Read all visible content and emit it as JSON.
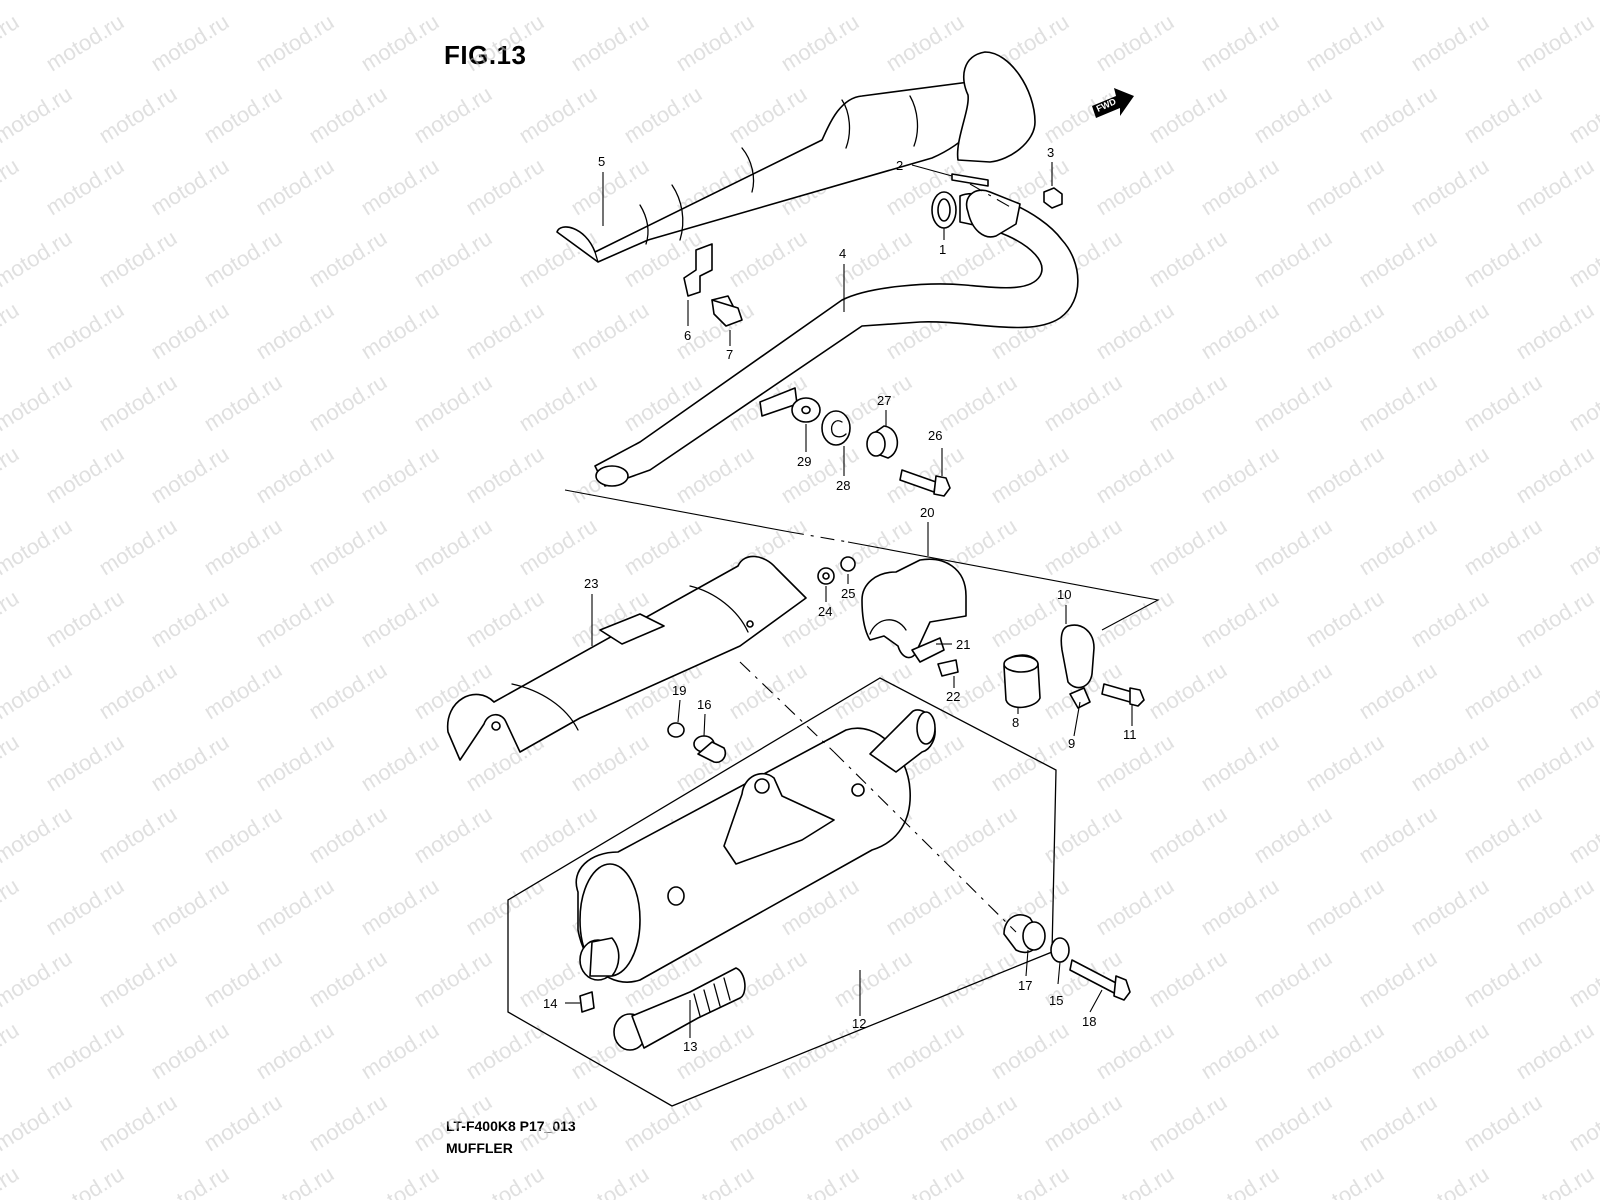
{
  "figure": {
    "title": "FIG.13",
    "code": "LT-F400K8 P17_013",
    "name": "MUFFLER",
    "forward_marker": "FWD",
    "watermark_text": "motod.ru"
  },
  "callouts": [
    {
      "id": "c1",
      "label": "1"
    },
    {
      "id": "c2",
      "label": "2"
    },
    {
      "id": "c3",
      "label": "3"
    },
    {
      "id": "c4",
      "label": "4"
    },
    {
      "id": "c5",
      "label": "5"
    },
    {
      "id": "c6",
      "label": "6"
    },
    {
      "id": "c7",
      "label": "7"
    },
    {
      "id": "c8",
      "label": "8"
    },
    {
      "id": "c9",
      "label": "9"
    },
    {
      "id": "c10",
      "label": "10"
    },
    {
      "id": "c11",
      "label": "11"
    },
    {
      "id": "c12",
      "label": "12"
    },
    {
      "id": "c13",
      "label": "13"
    },
    {
      "id": "c14",
      "label": "14"
    },
    {
      "id": "c15",
      "label": "15"
    },
    {
      "id": "c16",
      "label": "16"
    },
    {
      "id": "c17",
      "label": "17"
    },
    {
      "id": "c18",
      "label": "18"
    },
    {
      "id": "c19",
      "label": "19"
    },
    {
      "id": "c20",
      "label": "20"
    },
    {
      "id": "c21",
      "label": "21"
    },
    {
      "id": "c22",
      "label": "22"
    },
    {
      "id": "c23",
      "label": "23"
    },
    {
      "id": "c24",
      "label": "24"
    },
    {
      "id": "c25",
      "label": "25"
    },
    {
      "id": "c26",
      "label": "26"
    },
    {
      "id": "c27",
      "label": "27"
    },
    {
      "id": "c28",
      "label": "28"
    },
    {
      "id": "c29",
      "label": "29"
    }
  ]
}
